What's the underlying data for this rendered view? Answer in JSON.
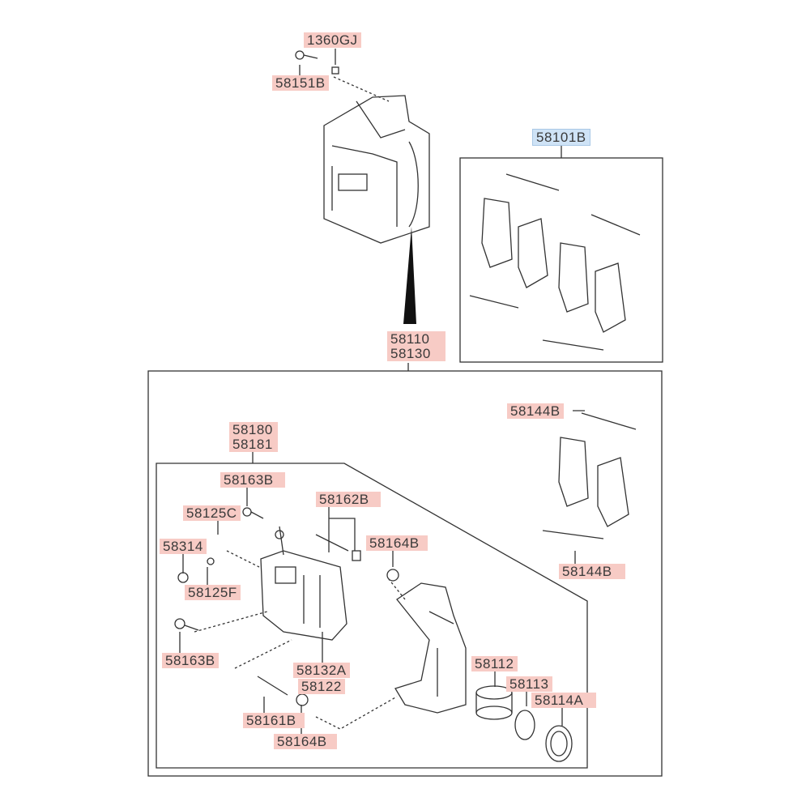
{
  "diagram": {
    "labels": {
      "l1360gj": "1360GJ",
      "l58151b": "58151B",
      "l58101b": "58101B",
      "l58110": "58110",
      "l58130": "58130",
      "l58180": "58180",
      "l58181": "58181",
      "l58144b_top": "58144B",
      "l58144b_bottom": "58144B",
      "l58163b_top": "58163B",
      "l58163b_bottom": "58163B",
      "l58162b": "58162B",
      "l58125c": "58125C",
      "l58314": "58314",
      "l58164b_top": "58164B",
      "l58164b_bottom": "58164B",
      "l58125f": "58125F",
      "l58132a": "58132A",
      "l58122": "58122",
      "l58112": "58112",
      "l58113": "58113",
      "l58114a": "58114A",
      "l58161b": "58161B"
    },
    "colors": {
      "label_bg": "#f7cbc5",
      "selected_label_bg": "#cfe3f6",
      "line": "#333333"
    }
  }
}
